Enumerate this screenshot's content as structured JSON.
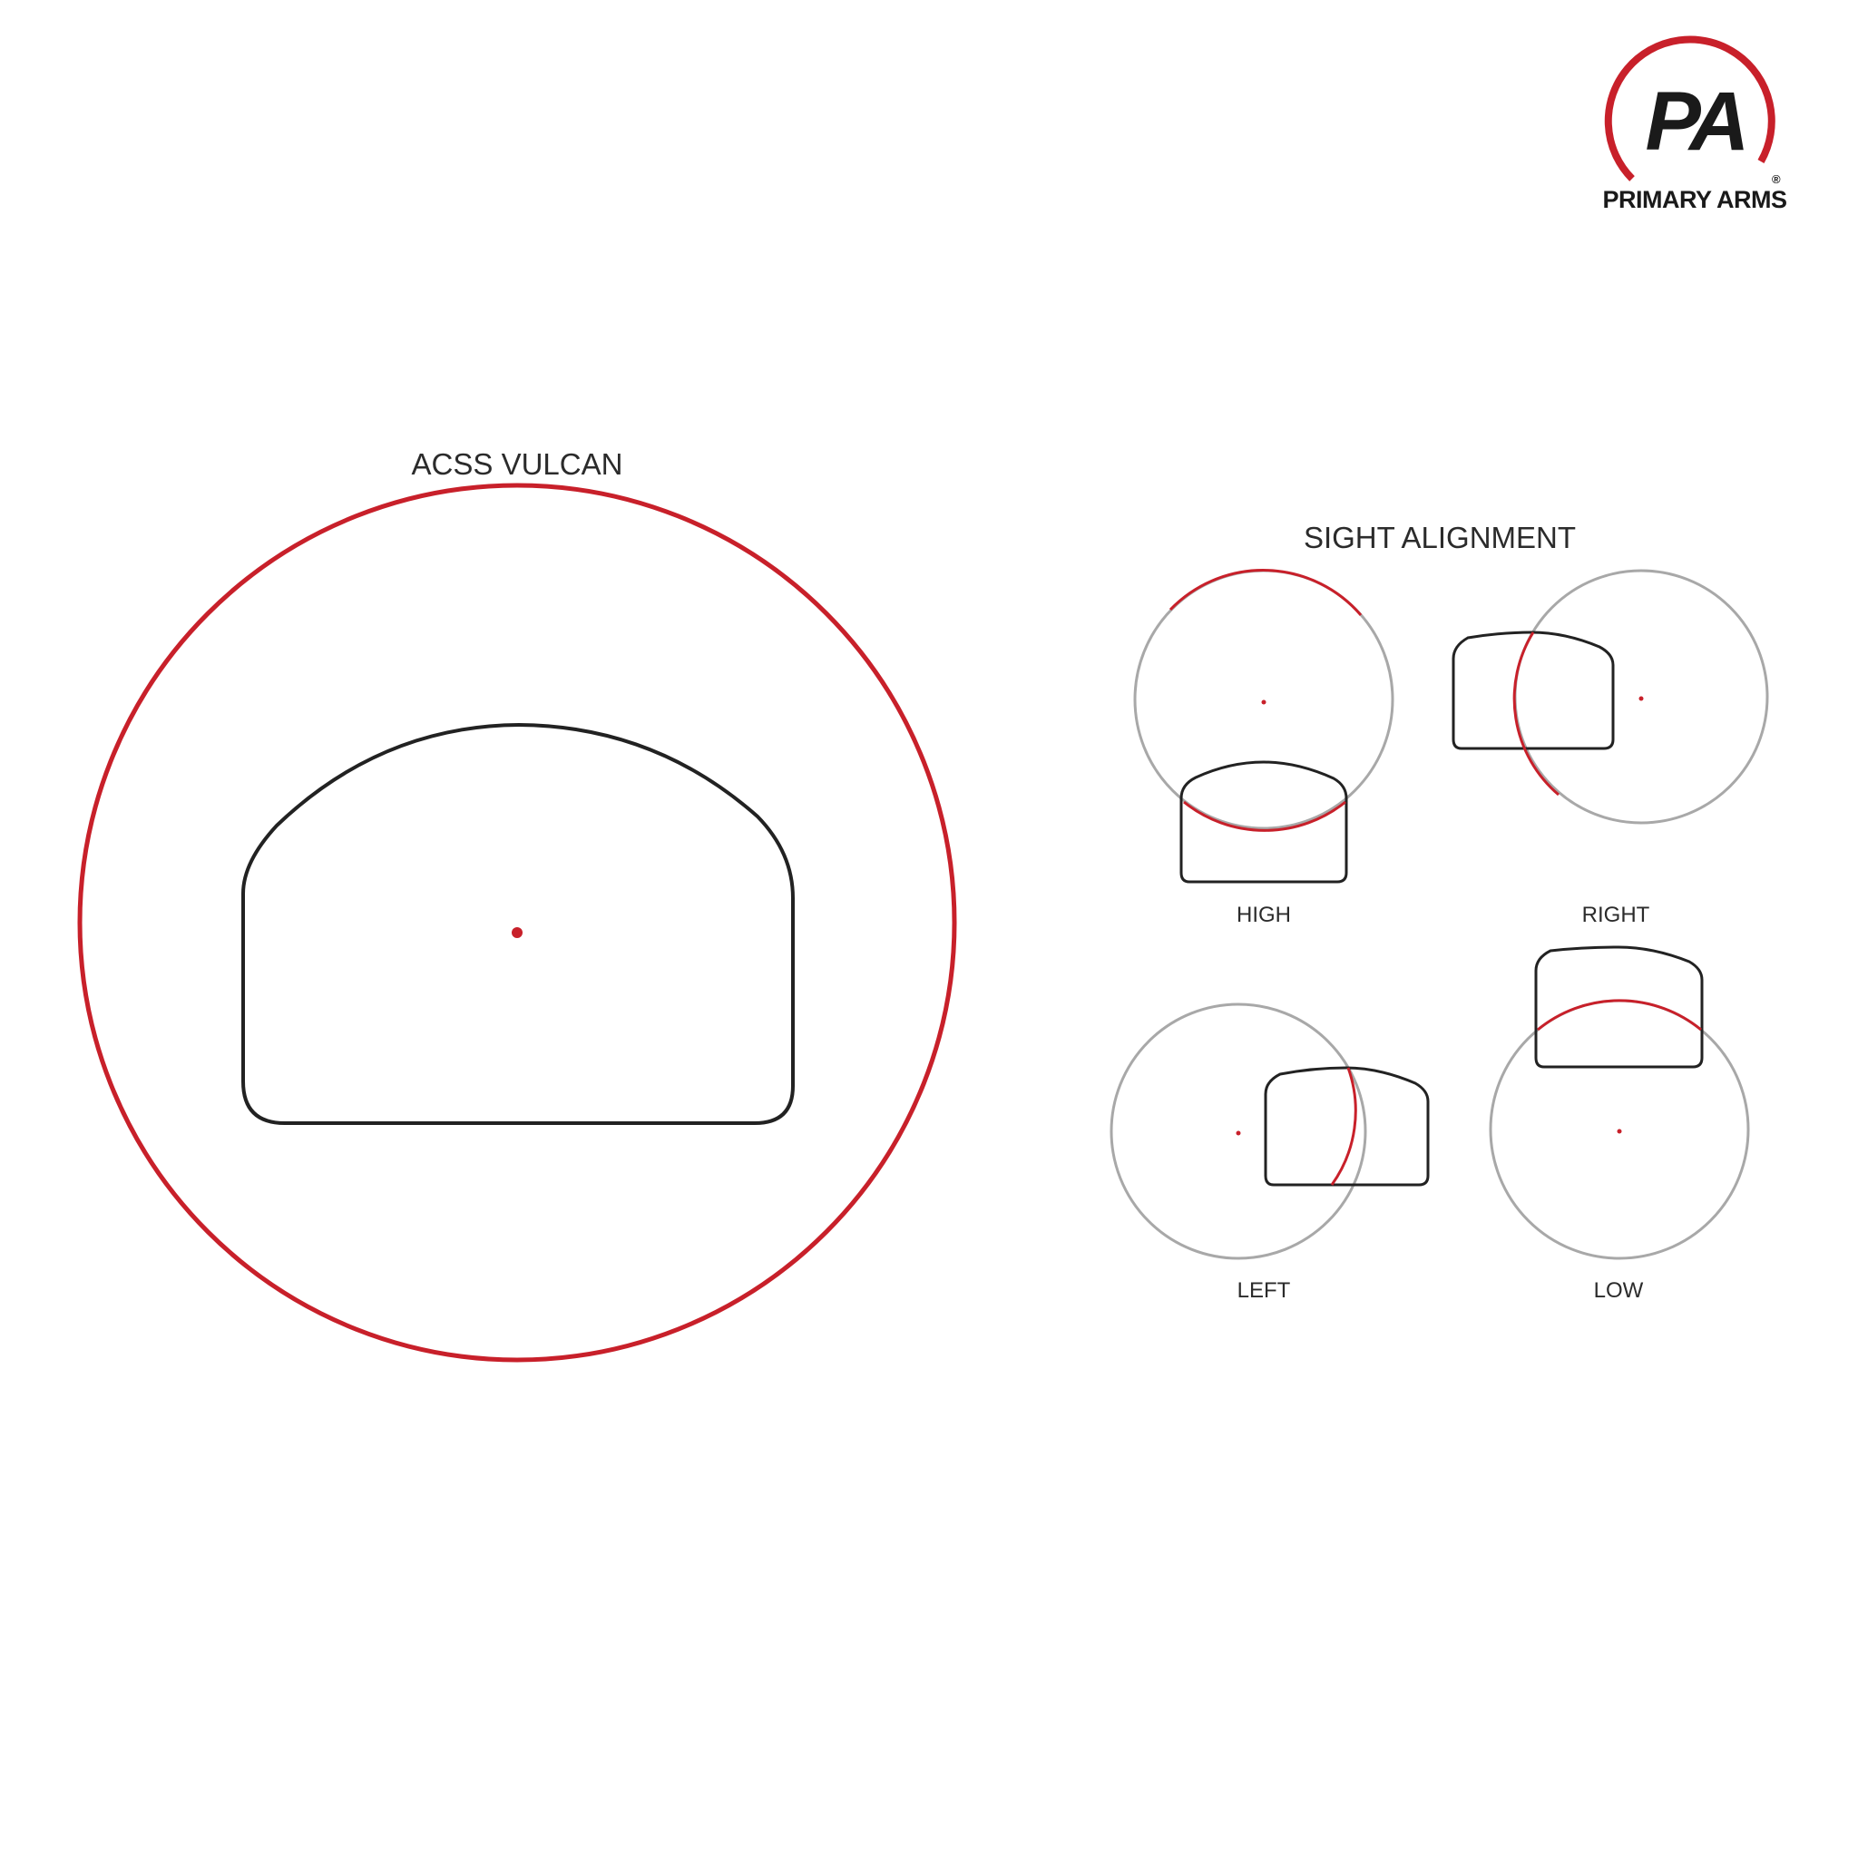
{
  "brand": {
    "monogram": "PA",
    "name": "PRIMARY ARMS",
    "registered_mark": "®",
    "accent_color": "#c8202a"
  },
  "reticle": {
    "title": "ACSS VULCAN",
    "ring_color": "#c8202a",
    "dot_color": "#c8202a",
    "outline_color": "#222222"
  },
  "alignment": {
    "title": "SIGHT ALIGNMENT",
    "circle_color": "#a8a8a8",
    "overlap_color": "#c8202a",
    "views": [
      {
        "label": "HIGH"
      },
      {
        "label": "RIGHT"
      },
      {
        "label": "LEFT"
      },
      {
        "label": "LOW"
      }
    ]
  }
}
